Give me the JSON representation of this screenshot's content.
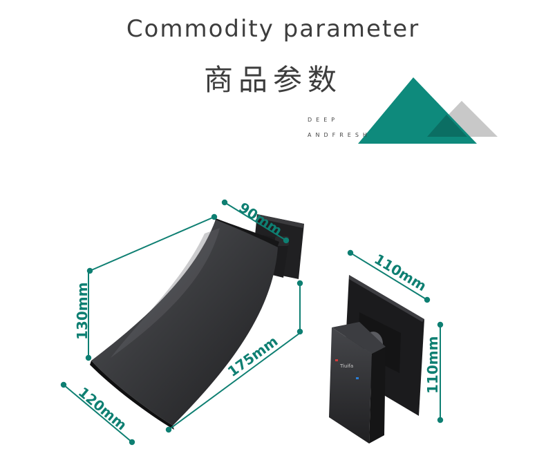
{
  "header": {
    "title_en": "Commodity parameter",
    "title_cn": "商品参数",
    "tagline_1": "DEEP",
    "tagline_2": "ANDFRESH"
  },
  "dimensions": {
    "spout_depth": "90mm",
    "spout_height": "130mm",
    "spout_length": "175mm",
    "spout_width": "120mm",
    "valve_width": "110mm",
    "valve_height": "110mm"
  },
  "product": {
    "brand_mark": "Tiuifa"
  },
  "colors": {
    "accent": "#0e8a7c",
    "dimension_line": "#0e7f72",
    "triangle_grey": "#c8c8c8",
    "product_black": "#2a2a2c",
    "title_text": "#3d3d3d"
  }
}
